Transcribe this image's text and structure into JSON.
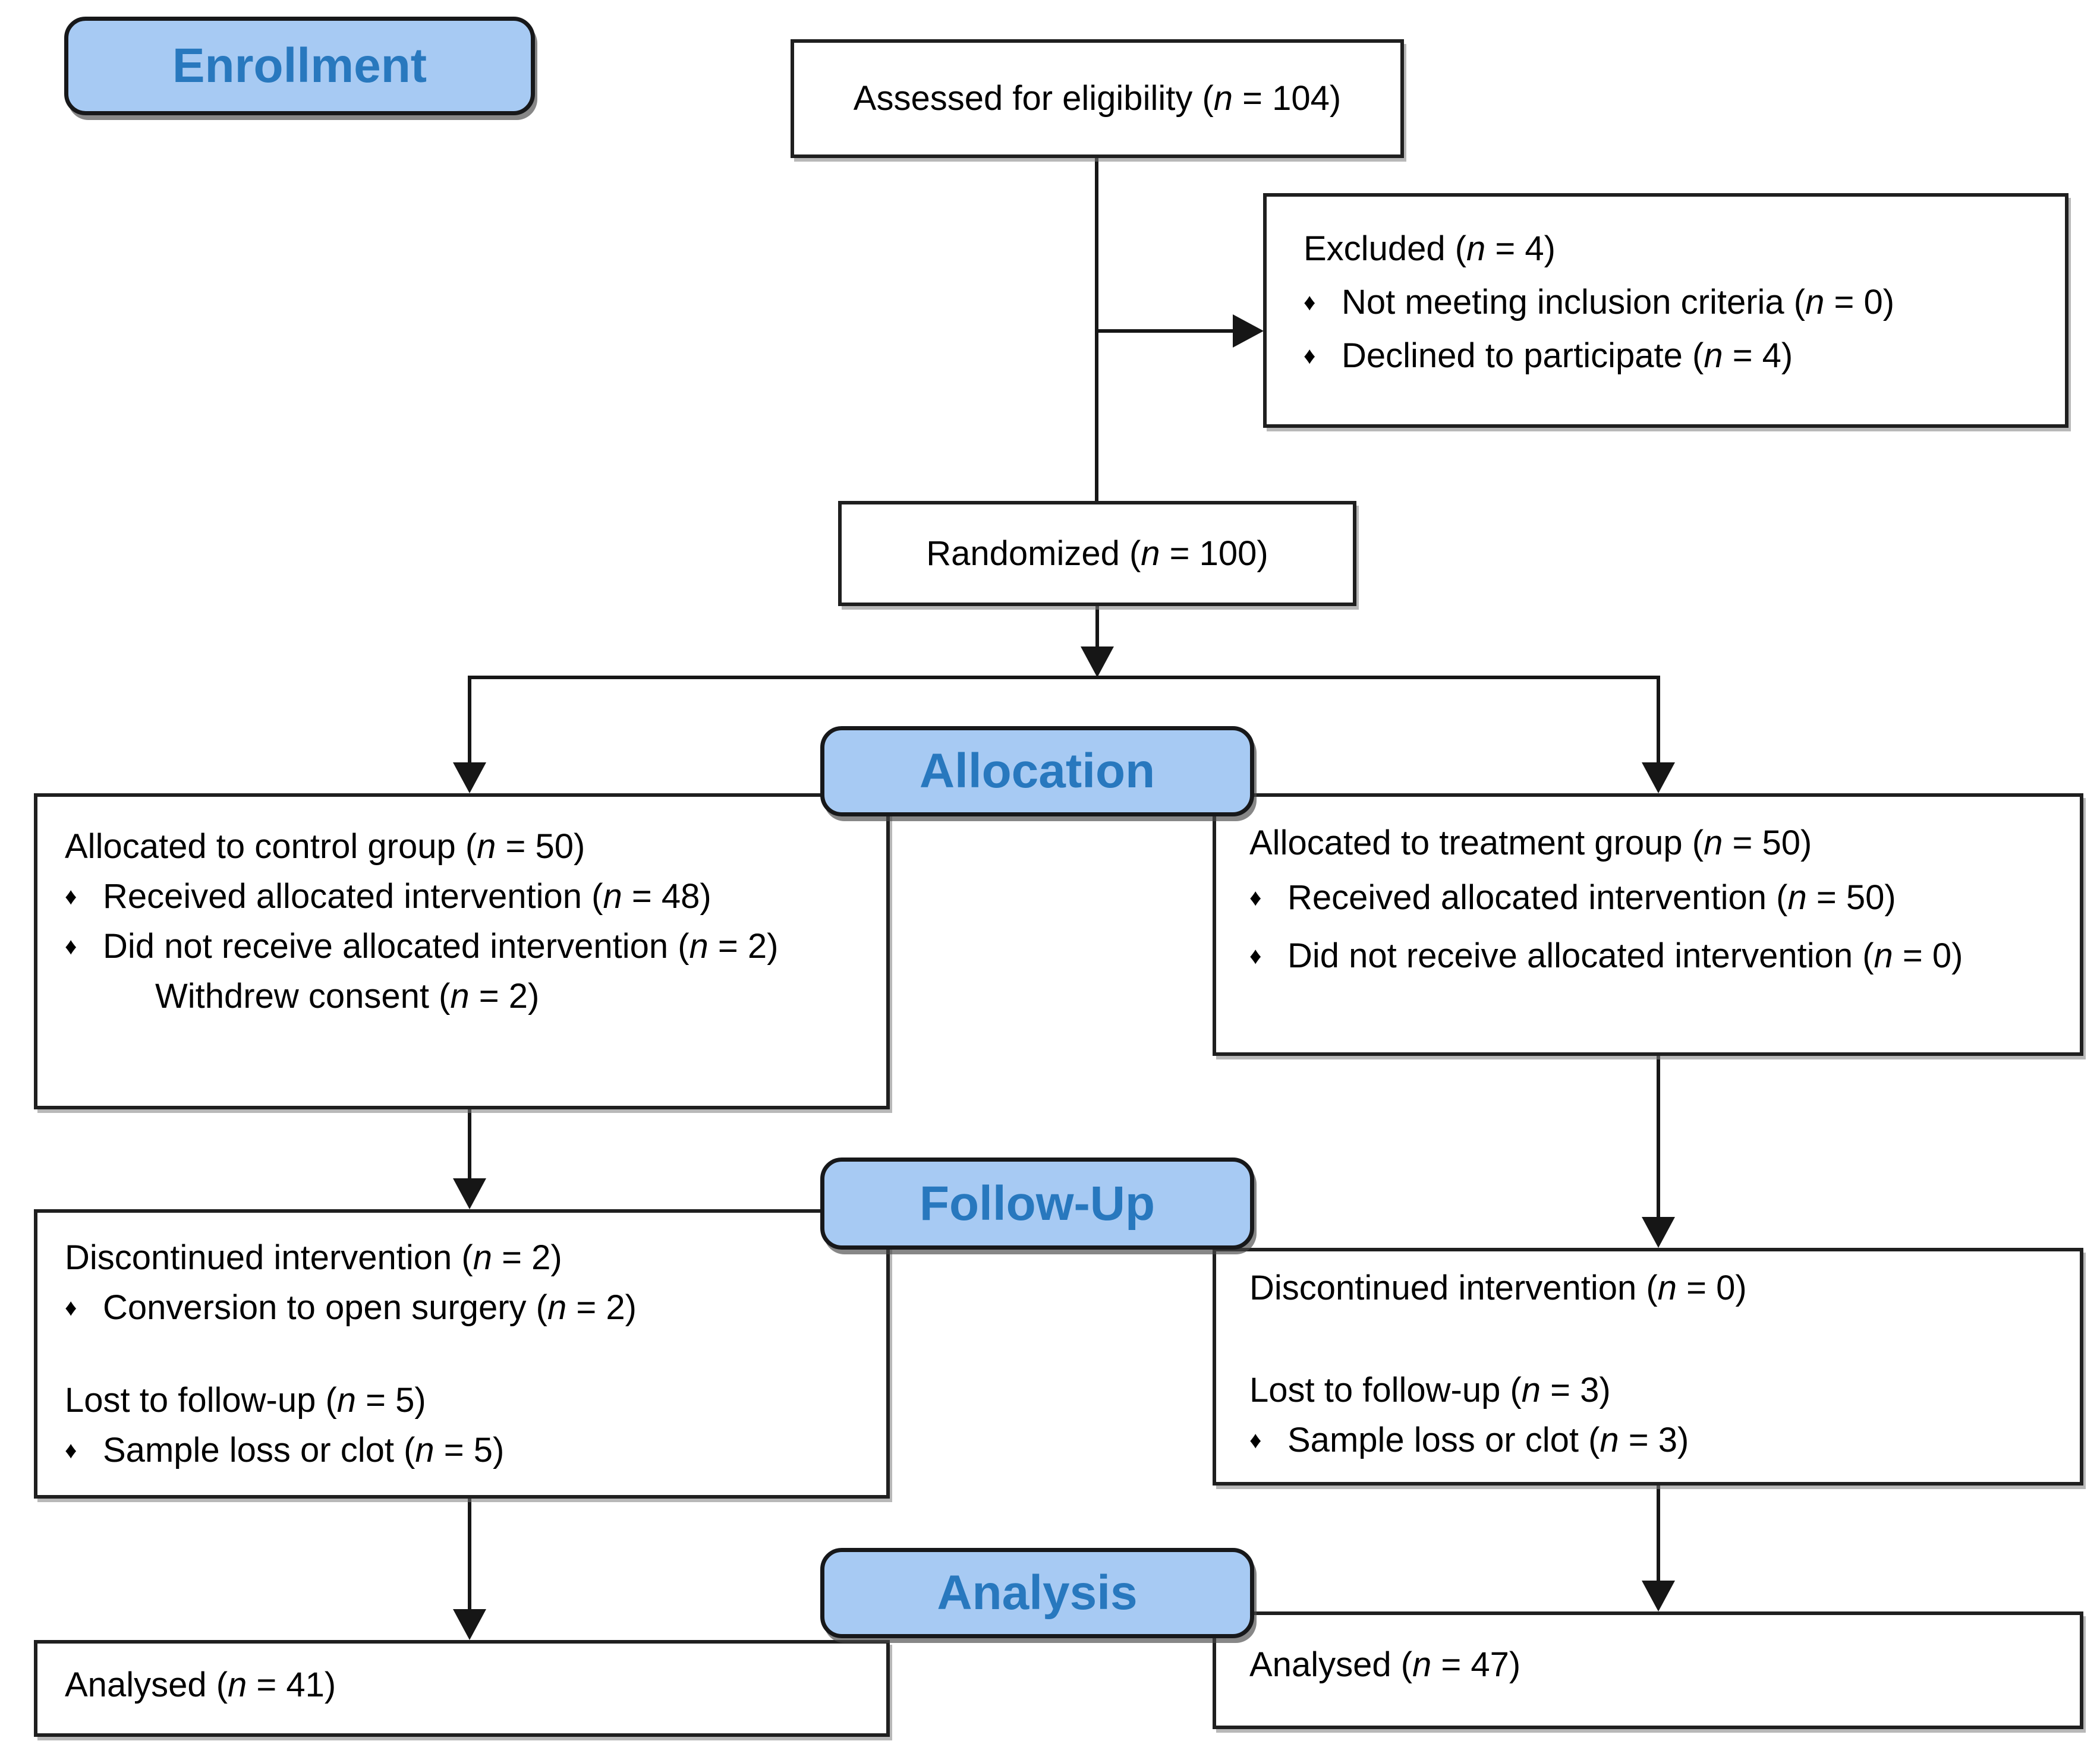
{
  "nvar": "n",
  "bullet": "♦",
  "headers": {
    "enrollment": "Enrollment",
    "allocation": "Allocation",
    "followup": "Follow-Up",
    "analysis": "Analysis"
  },
  "boxes": {
    "assessed": {
      "pre": "Assessed for eligibility (",
      "post": " = 104)"
    },
    "excluded": {
      "title": {
        "pre": "Excluded (",
        "post": " = 4)"
      },
      "items": [
        {
          "pre": "Not meeting inclusion criteria (",
          "post": " = 0)"
        },
        {
          "pre": "Declined to participate (",
          "post": " = 4)"
        }
      ]
    },
    "randomized": {
      "pre": "Randomized (",
      "post": " = 100)"
    },
    "alloc_left": {
      "title": {
        "pre": "Allocated to control group (",
        "post": " = 50)"
      },
      "b1": {
        "pre": "Received allocated intervention (",
        "post": " = 48)"
      },
      "b2": {
        "pre": "Did not receive allocated intervention  (",
        "post": " = 2)"
      },
      "sub": {
        "pre": "Withdrew consent (",
        "post": " = 2)"
      }
    },
    "alloc_right": {
      "title": {
        "pre": "Allocated to treatment group (",
        "post": " = 50)"
      },
      "b1": {
        "pre": "Received allocated intervention (",
        "post": " = 50)"
      },
      "b2": {
        "pre": "Did not receive allocated intervention (",
        "post": " = 0)"
      }
    },
    "fu_left": {
      "l1": {
        "pre": "Discontinued intervention (",
        "post": " = 2)"
      },
      "b1": {
        "pre": "Conversion to open surgery (",
        "post": " = 2)"
      },
      "l2": {
        "pre": "Lost to follow-up (",
        "post": " = 5)"
      },
      "b2": {
        "pre": "Sample loss or clot (",
        "post": " = 5)"
      }
    },
    "fu_right": {
      "l1": {
        "pre": "Discontinued intervention (",
        "post": " = 0)"
      },
      "l2": {
        "pre": "Lost to follow-up (",
        "post": " = 3)"
      },
      "b1": {
        "pre": "Sample loss or clot (",
        "post": " = 3)"
      }
    },
    "an_left": {
      "pre": "Analysed (",
      "post": " = 41)"
    },
    "an_right": {
      "pre": "Analysed (",
      "post": " = 47)"
    }
  },
  "colors": {
    "header_fill": "#a7caf3",
    "header_text": "#2878be",
    "line": "#161616"
  }
}
